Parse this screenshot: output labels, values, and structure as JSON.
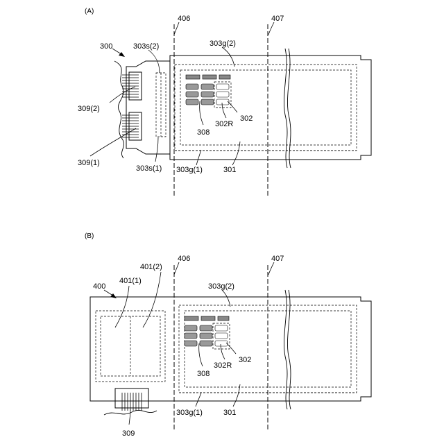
{
  "panel_a": {
    "caption": "(A)",
    "labels": {
      "l300": "300",
      "l303s2": "303s(2)",
      "l303g2": "303g(2)",
      "l406": "406",
      "l407": "407",
      "l309_2": "309(2)",
      "l309_1": "309(1)",
      "l303s1": "303s(1)",
      "l303g1": "303g(1)",
      "l301": "301",
      "l308": "308",
      "l302R": "302R",
      "l302": "302"
    }
  },
  "panel_b": {
    "caption": "(B)",
    "labels": {
      "l400": "400",
      "l401_1": "401(1)",
      "l401_2": "401(2)",
      "l406": "406",
      "l407": "407",
      "l303g2": "303g(2)",
      "l303g1": "303g(1)",
      "l301": "301",
      "l308": "308",
      "l302R": "302R",
      "l302": "302",
      "l309": "309"
    }
  }
}
